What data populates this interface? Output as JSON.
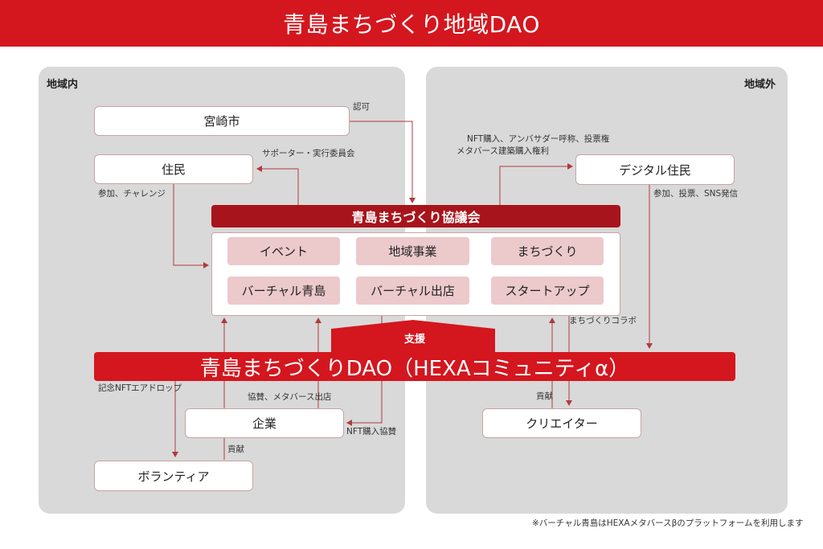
{
  "title": "青島まちづくり地域DAO",
  "panels": {
    "inside": "地域内",
    "outside": "地域外"
  },
  "nodes": {
    "miyazaki": "宮崎市",
    "residents": "住民",
    "digital_residents": "デジタル住民",
    "companies": "企業",
    "volunteers": "ボランティア",
    "creators": "クリエイター"
  },
  "council": {
    "title": "青島まちづくり協議会",
    "items": [
      "イベント",
      "地域事業",
      "まちづくり",
      "バーチャル青島",
      "バーチャル出店",
      "スタートアップ"
    ]
  },
  "support": "支援",
  "dao": "青島まちづくりDAO（HEXAコミュニティα）",
  "labels": {
    "approval": "認可",
    "supporters": "サポーター・実行委員会",
    "participate": "参加、チャレンジ",
    "nft_purchase_line1": "NFT購入、アンバサダー呼称、投票権",
    "nft_purchase_line2": "メタバース建築購入権利",
    "digital_actions": "参加、投票、SNS発信",
    "collab": "まちづくりコラボ",
    "commemorative_nft": "記念NFTエアドロップ",
    "sponsorship": "協賛、メタバース出店",
    "nft_sponsor": "NFT購入協賛",
    "contribution_company": "貢献",
    "contribution_creator": "貢献"
  },
  "footnote": "※バーチャル青島はHEXAメタバースβのプラットフォームを利用します",
  "colors": {
    "accent": "#d4161e",
    "dark_accent": "#a8141b",
    "panel": "#d9d9d9",
    "item_fill": "#ecc9cb"
  }
}
